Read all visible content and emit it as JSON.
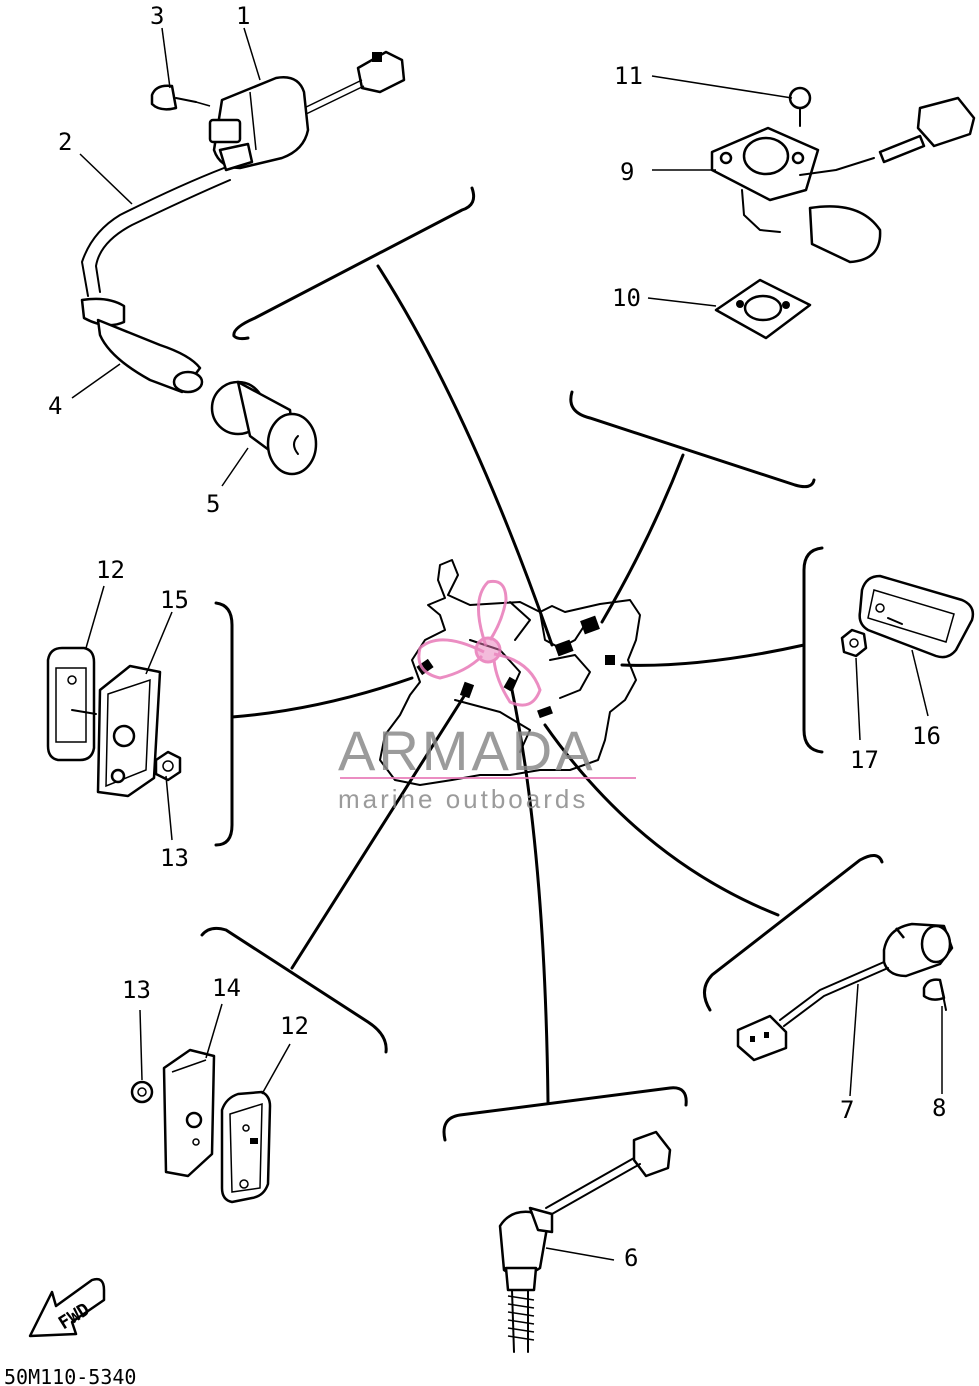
{
  "callouts": {
    "n1": "1",
    "n2": "2",
    "n3": "3",
    "n4": "4",
    "n5": "5",
    "n6": "6",
    "n7": "7",
    "n8": "8",
    "n9": "9",
    "n10": "10",
    "n11": "11",
    "n12a": "12",
    "n12b": "12",
    "n13a": "13",
    "n13b": "13",
    "n14": "14",
    "n15": "15",
    "n16": "16",
    "n17": "17"
  },
  "fwd_label": "FWD",
  "diagram_code": "50M110-5340",
  "watermark": {
    "brand": "ARMADA",
    "tagline": "marine outboards",
    "brand_color": "#e87ab8",
    "text_color": "#8a8a8a"
  }
}
